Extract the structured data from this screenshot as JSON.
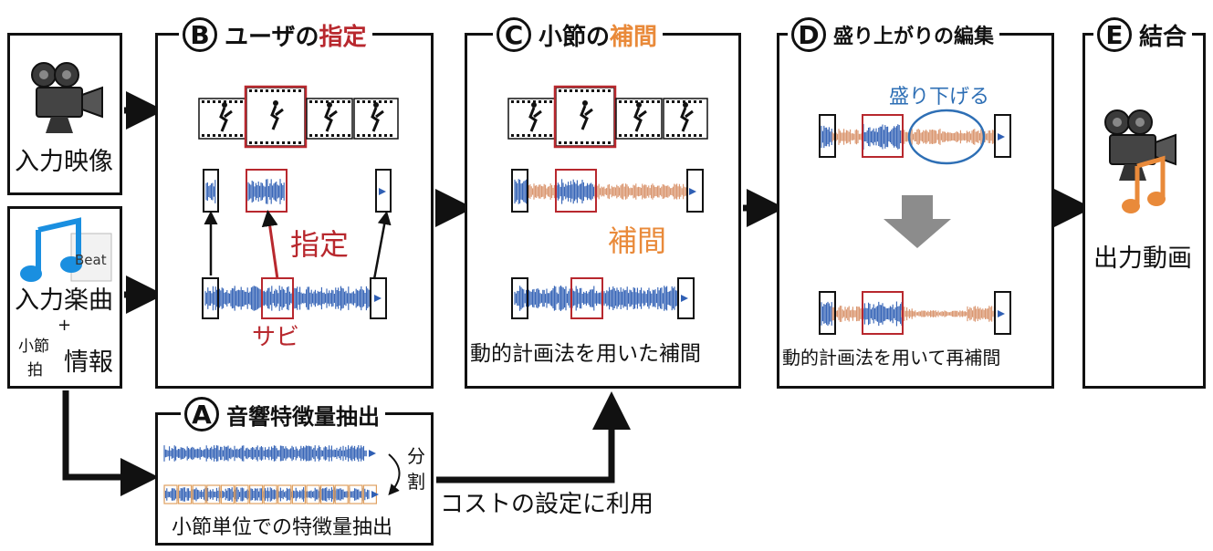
{
  "inputs": {
    "video_label": "入力映像",
    "music_label": "入力楽曲",
    "beat_tag": "Beat",
    "plus": "+",
    "bar_label": "小節",
    "beat_label": "拍",
    "info_label": "情報"
  },
  "stageA": {
    "letter": "A",
    "title": "音響特徴量抽出",
    "split_1": "分",
    "split_2": "割",
    "caption": "小節単位での特徴量抽出"
  },
  "stageB": {
    "letter": "B",
    "title_pre": "ユーザの",
    "title_hl": "指定",
    "specify": "指定",
    "sabi": "サビ"
  },
  "stageC": {
    "letter": "C",
    "title_pre": "小節の",
    "title_hl": "補間",
    "interp": "補間",
    "caption": "動的計画法を用いた補間"
  },
  "stageD": {
    "letter": "D",
    "title": "盛り上がりの編集",
    "lower": "盛り下げる",
    "caption": "動的計画法を用いて再補間"
  },
  "stageE": {
    "letter": "E",
    "title": "結合",
    "output_label": "出力動画"
  },
  "cost_label": "コストの設定に利用",
  "colors": {
    "wave_blue": "#2f5fb4",
    "wave_orange": "#d9926a",
    "accent_red": "#b8282e",
    "accent_orange": "#e98a3a",
    "accent_blue": "#2e6fb5"
  }
}
